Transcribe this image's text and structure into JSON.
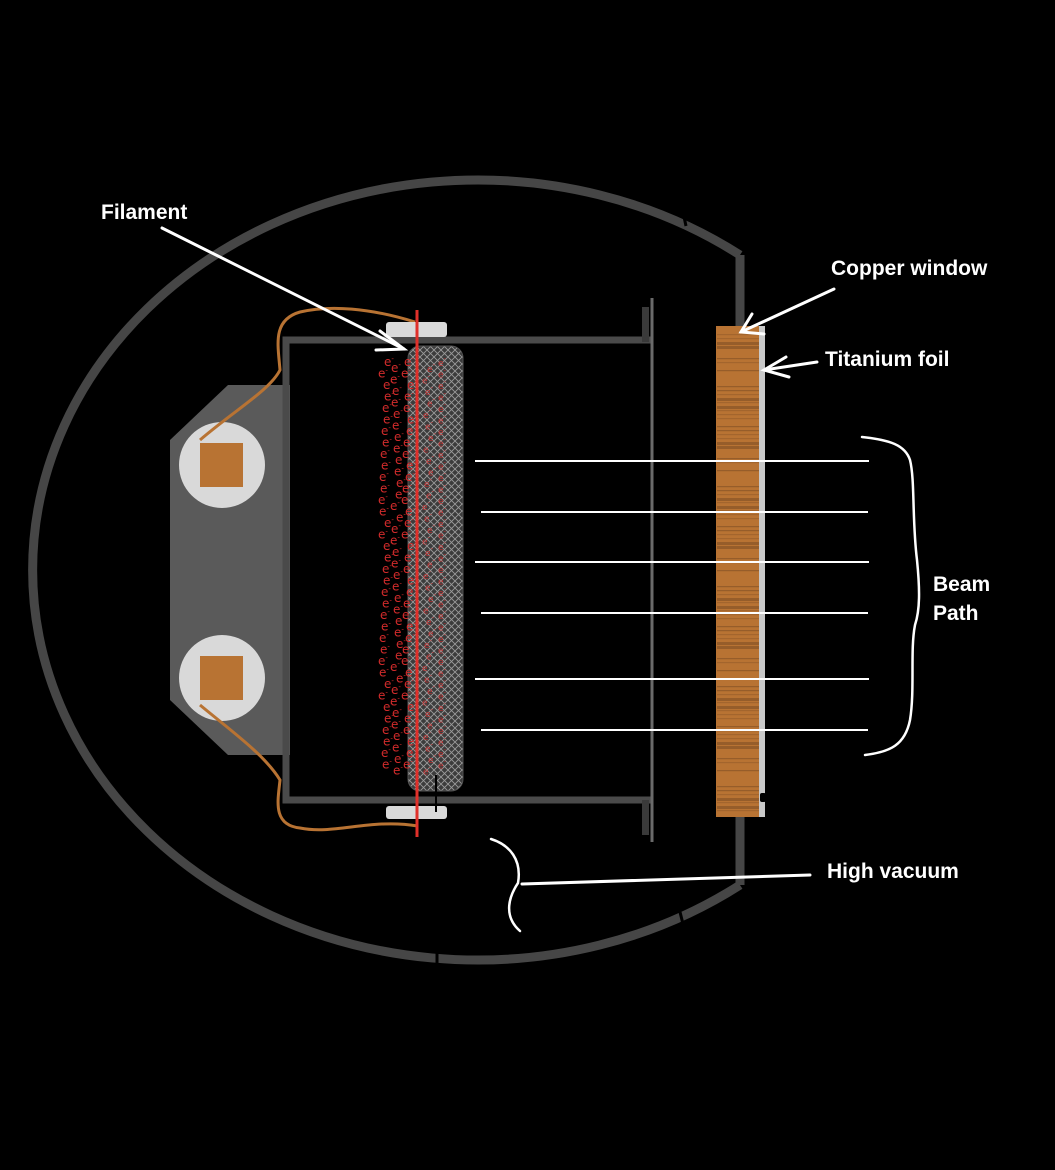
{
  "labels": {
    "filament": "Filament",
    "copper_window": "Copper window",
    "titanium_foil": "Titanium foil",
    "beam": "Beam",
    "path": "Path",
    "high_vacuum": "High vacuum"
  },
  "electron_symbol": "e",
  "electron_superscript": "-",
  "colors": {
    "background": "#000000",
    "housing": "#464646",
    "flange": "#505050",
    "socket": "#5a5a5a",
    "pin_disc": "#d9d9d9",
    "copper": "#b87333",
    "filament": "#e0302a",
    "electron": "#d22b2b",
    "label": "#ffffff"
  }
}
